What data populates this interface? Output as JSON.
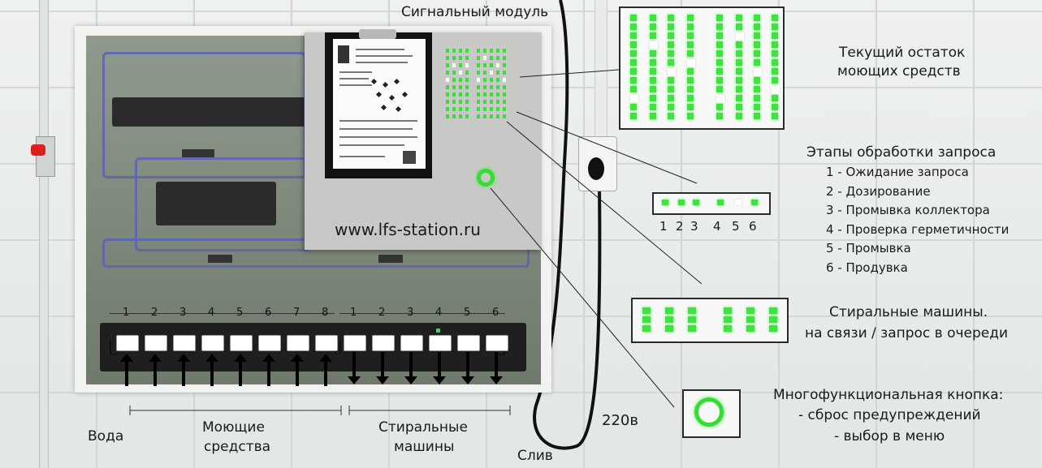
{
  "labels": {
    "signal_module": "Сигнальный модуль",
    "website": "www.lfs-station.ru",
    "detergent_remaining": [
      "Текущий остаток",
      "моющих средств"
    ],
    "request_stages_title": "Этапы обработки запроса",
    "stages": [
      "1 - Ожидание запроса",
      "2 - Дозирование",
      "3 - Промывка коллектора",
      "4 - Проверка герметичности",
      "5 - Промывка",
      "6 - Продувка"
    ],
    "stage_numbers": [
      "1",
      "2",
      "3",
      "4",
      "5",
      "6"
    ],
    "washing_machines_status": [
      "Стиральные машины.",
      "на связи / запрос в очереди"
    ],
    "multifunction_button": [
      "Многофункциональная кнопка:",
      "- сброс предупреждений",
      "- выбор в меню"
    ],
    "power": "220в",
    "water": "Вода",
    "detergents": [
      "Моющие",
      "средства"
    ],
    "washing_machines": [
      "Стиральные",
      "машины"
    ],
    "drain": "Слив"
  },
  "ports": {
    "inputs": [
      "1",
      "2",
      "3",
      "4",
      "5",
      "6",
      "7",
      "8"
    ],
    "outputs": [
      "1",
      "2",
      "3",
      "4",
      "5",
      "6"
    ]
  },
  "colors": {
    "led_green": "#3ddc3d",
    "wire_blue": "#5a5fb8",
    "valve_red": "#e01e1e"
  }
}
